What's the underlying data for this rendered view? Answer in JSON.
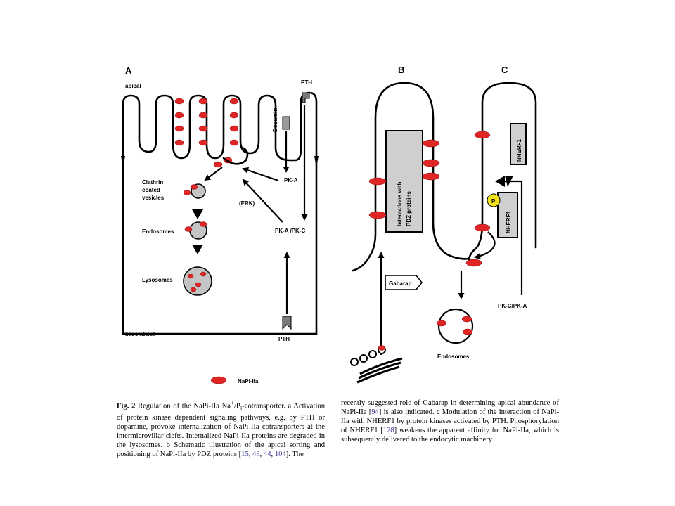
{
  "panels": {
    "a": "A",
    "b": "B",
    "c": "C"
  },
  "panel_a": {
    "apical": "apical",
    "basolateral": "basolateral",
    "pth_top": "PTH",
    "pth_bottom": "PTH",
    "dopamin": "Dopamin",
    "clathrin_1": "Clathrin",
    "clathrin_2": "coated",
    "clathrin_3": "vesicles",
    "endosomes": "Endosomes",
    "lysosomes": "Lysosomes",
    "pka": "PK-A",
    "erk": "(ERK)",
    "pka_pkc": "PK-A /PK-C"
  },
  "panel_b": {
    "pdz_1": "Interactions with",
    "pdz_2": "PDZ proteins",
    "gabarap": "Gabarap"
  },
  "panel_c": {
    "nherf1_top": "NHERF1",
    "nherf1_bottom": "NHERF1",
    "phospho": "P",
    "kinases": "PK-C/PK-A",
    "endosomes": "Endosomes"
  },
  "legend": {
    "label": "NaPi-IIa"
  },
  "caption": {
    "lead": "Fig. 2",
    "left_intro": "Regulation of the NaPi-IIa Na",
    "left_sup": "+",
    "left_mid": "/P",
    "left_sub": "i",
    "left_rest": "-cotransporter. a Activation of protein kinase dependent signaling pathways, e.g, by PTH or dopamine, provoke internalization of NaPi-IIa cotransporters at the intermicrovillar clefts. Internalized NaPi-IIa proteins are degraded in the lysosomes. b Schematic illustration of the apical sorting and positioning of NaPi-IIa by PDZ proteins [",
    "left_refs": [
      "15",
      "43",
      "44",
      "104"
    ],
    "left_end": "]. The",
    "right_a": "recently suggested role of Gabarap in determining apical abundance of NaPi-IIa [",
    "right_ref_a": "94",
    "right_b": "] is also indicated. c Modulation of the interaction of NaPi-IIa with NHERF1 by protein kinases activated by PTH. Phosphorylation of NHERF1 [",
    "right_ref_b": "128",
    "right_c": "] weakens the apparent affinity for NaPi-IIa, which is subsequently delivered to the endocytic machinery"
  },
  "colors": {
    "napi": "#e02525",
    "box": "#cfcfcf",
    "phospho": "#f2e21a"
  }
}
